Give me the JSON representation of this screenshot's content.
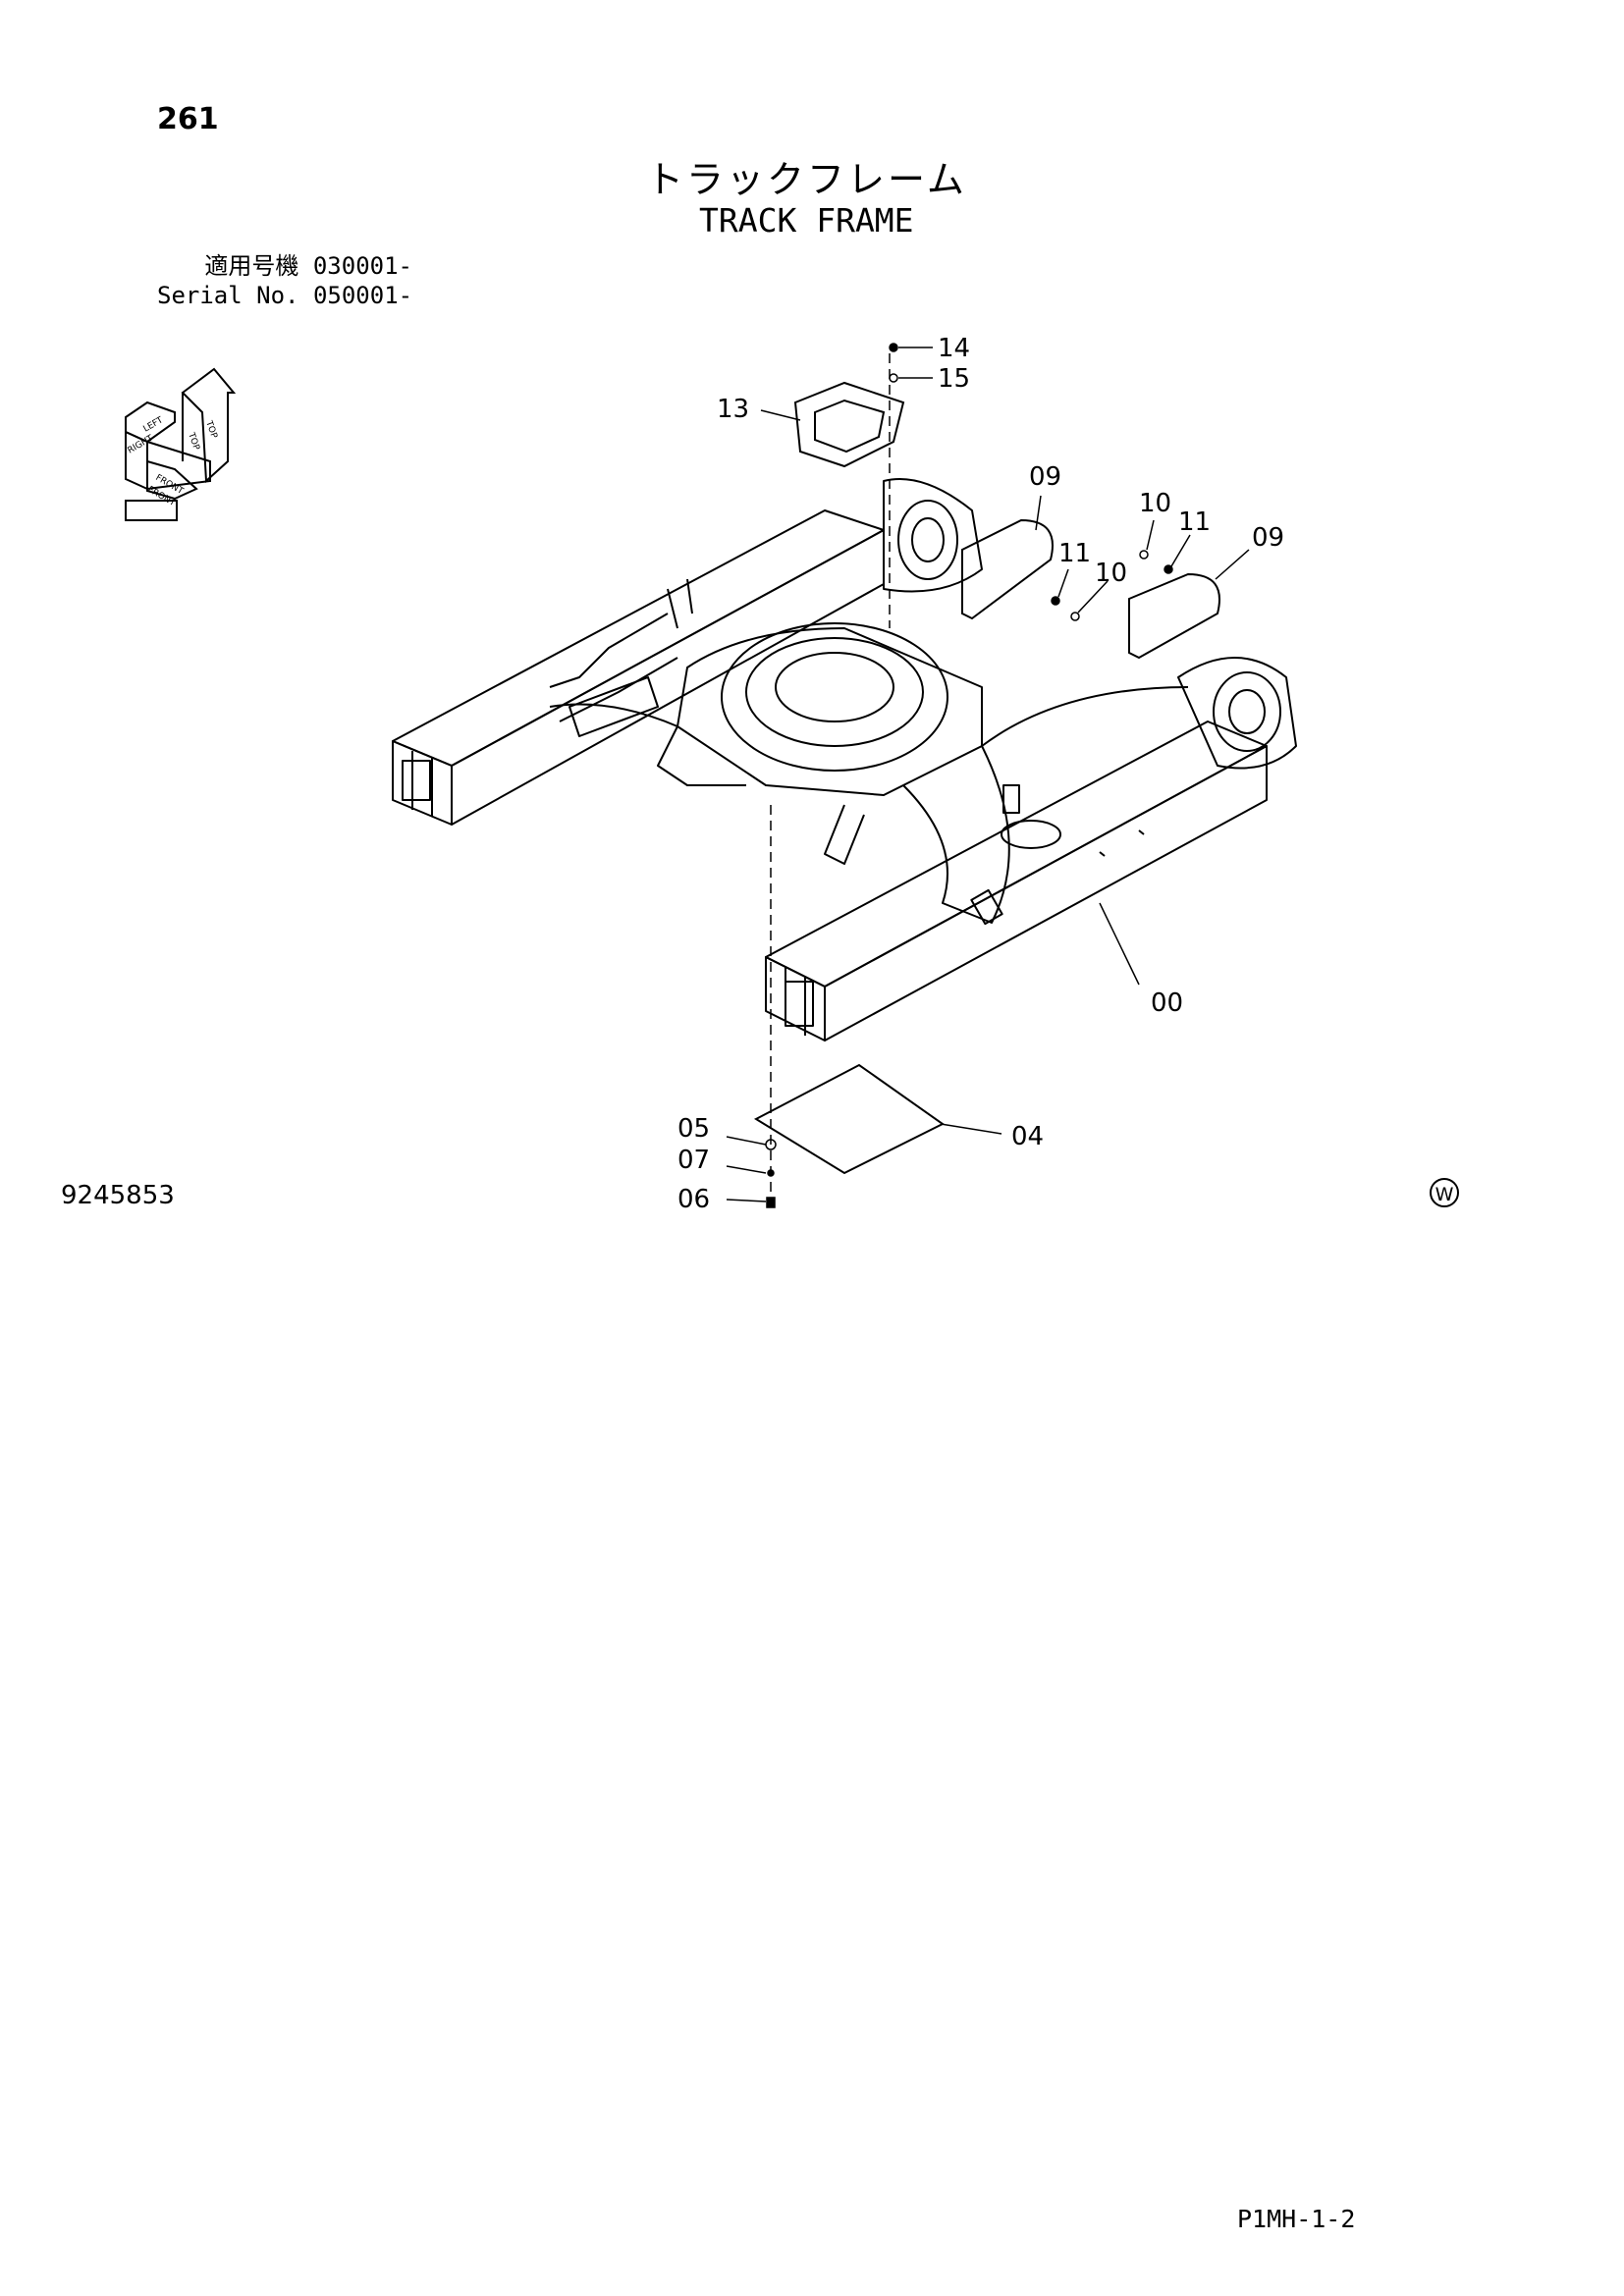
{
  "page_number": "261",
  "title_jp": "トラックフレーム",
  "title_en": "TRACK FRAME",
  "serial": {
    "jp_label": "適用号機",
    "jp_value": "030001-",
    "en_label": "Serial No.",
    "en_value": "050001-"
  },
  "orientation_labels": [
    "LEFT",
    "TOP",
    "RIGHT",
    "TOP",
    "FRONT",
    "FRONT"
  ],
  "callouts": [
    "14",
    "15",
    "13",
    "09",
    "10",
    "11",
    "11",
    "10",
    "09",
    "00",
    "05",
    "07",
    "06",
    "04"
  ],
  "figure_no": "9245853",
  "w_mark": "W",
  "page_code": "P1MH-1-2"
}
